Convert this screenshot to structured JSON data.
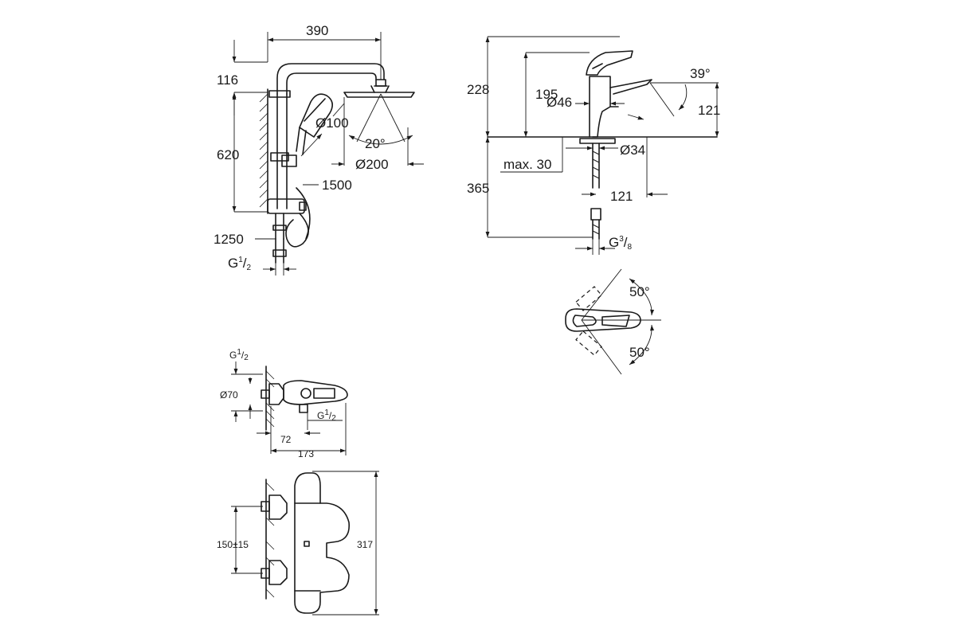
{
  "shower_system": {
    "width": "390",
    "top_height": "116",
    "rail_height": "620",
    "hose_length": "1500",
    "total_height": "1250",
    "connection_g": "G",
    "connection_num": "1",
    "connection_den": "2",
    "hand_shower_diameter": "Ø100",
    "angle": "20°",
    "head_shower_diameter": "Ø200"
  },
  "basin_mixer": {
    "total_height": "228",
    "spout_height": "195",
    "body_diameter": "Ø46",
    "spout_angle": "39°",
    "spout_reach": "121",
    "hole_diameter": "Ø34",
    "max_thickness": "max. 30",
    "below_counter": "365",
    "reach_below": "121",
    "connection_g": "G",
    "connection_num": "3",
    "connection_den": "8"
  },
  "top_view": {
    "angle_upper": "50°",
    "angle_lower": "50°"
  },
  "thermostat_side": {
    "inlet_g": "G",
    "inlet_num": "1",
    "inlet_den": "2",
    "outlet_g": "G",
    "outlet_num": "1",
    "outlet_den": "2",
    "body_diameter": "Ø70",
    "outlet_distance": "72",
    "depth": "173"
  },
  "thermostat_front": {
    "centers": "150±15",
    "height": "317"
  }
}
